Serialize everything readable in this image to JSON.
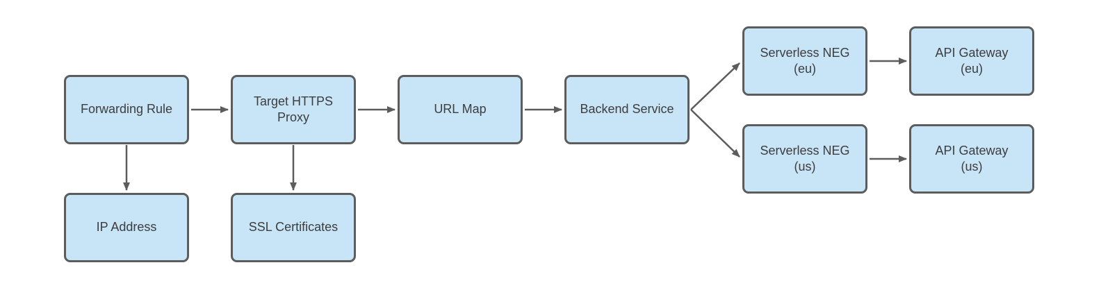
{
  "diagram": {
    "type": "flowchart",
    "colors": {
      "node_fill": "#c8e4f7",
      "node_border": "#5c5c5c",
      "arrow": "#5c5c5c",
      "text": "#3d3d3d",
      "background": "#ffffff"
    },
    "nodes": [
      {
        "id": "forwarding-rule",
        "label": "Forwarding Rule"
      },
      {
        "id": "target-https-proxy",
        "label": "Target HTTPS Proxy"
      },
      {
        "id": "url-map",
        "label": "URL Map"
      },
      {
        "id": "backend-service",
        "label": "Backend Service"
      },
      {
        "id": "serverless-neg-eu",
        "label": "Serverless NEG (eu)"
      },
      {
        "id": "api-gateway-eu",
        "label": "API Gateway (eu)"
      },
      {
        "id": "serverless-neg-us",
        "label": "Serverless NEG (us)"
      },
      {
        "id": "api-gateway-us",
        "label": "API Gateway (us)"
      },
      {
        "id": "ip-address",
        "label": "IP Address"
      },
      {
        "id": "ssl-certificates",
        "label": "SSL Certificates"
      }
    ],
    "edges": [
      {
        "from": "Forwarding Rule",
        "to": "Target HTTPS Proxy"
      },
      {
        "from": "Target HTTPS Proxy",
        "to": "URL Map"
      },
      {
        "from": "URL Map",
        "to": "Backend Service"
      },
      {
        "from": "Backend Service",
        "to": "Serverless NEG (eu)"
      },
      {
        "from": "Backend Service",
        "to": "Serverless NEG (us)"
      },
      {
        "from": "Serverless NEG (eu)",
        "to": "API Gateway (eu)"
      },
      {
        "from": "Serverless NEG (us)",
        "to": "API Gateway (us)"
      },
      {
        "from": "Forwarding Rule",
        "to": "IP Address"
      },
      {
        "from": "Target HTTPS Proxy",
        "to": "SSL Certificates"
      }
    ]
  }
}
